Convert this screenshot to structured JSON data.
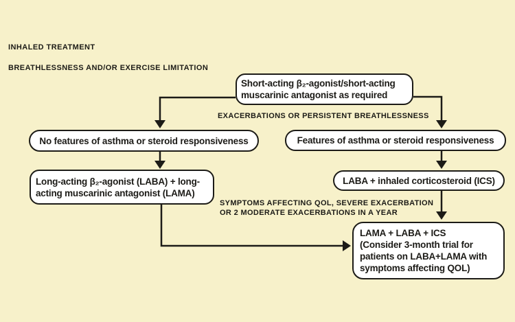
{
  "colors": {
    "background": "#f7f1ca",
    "box-fill": "#ffffff",
    "ink": "#1c1b17"
  },
  "header": {
    "title": "INHALED TREATMENT",
    "subtitle": "BREATHLESSNESS AND/OR EXERCISE LIMITATION"
  },
  "flowchart": {
    "box_short_acting": {
      "lines": [
        "Short-acting β₂-agonist/short-acting",
        "muscarinic antagonist as required"
      ]
    },
    "label_exacerbations": "EXACERBATIONS OR PERSISTENT BREATHLESSNESS",
    "box_no_asthma_features": "No features of asthma or steroid responsiveness",
    "box_asthma_features": "Features of asthma or steroid responsiveness",
    "box_laba_lama": {
      "lines": [
        "Long-acting β₂-agonist (LABA) + long-",
        "acting muscarinic antagonist (LAMA)"
      ]
    },
    "box_laba_ics": "LABA + inhaled corticosteroid (ICS)",
    "label_symptoms": {
      "lines": [
        "SYMPTOMS AFFECTING QOL, SEVERE EXACERBATION",
        "OR 2 MODERATE EXACERBATIONS IN A YEAR"
      ]
    },
    "box_triple_therapy": {
      "lines": [
        "LAMA + LABA + ICS",
        "(Consider 3-month trial for",
        "patients on LABA+LAMA with",
        "symptoms affecting QOL)"
      ]
    }
  }
}
